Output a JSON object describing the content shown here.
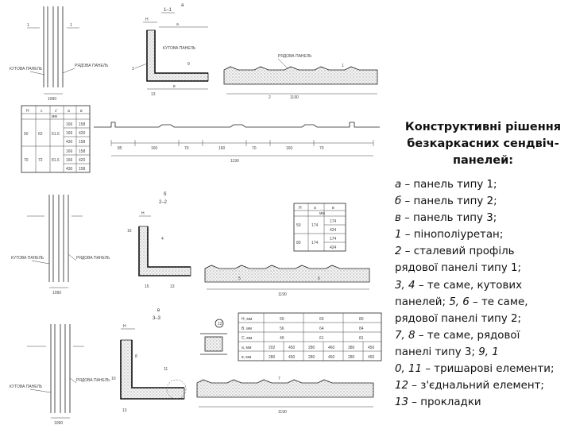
{
  "caption": {
    "title_lines": [
      "Конструктивні рішення",
      "безкаркасних сендвіч-",
      "панелей:"
    ],
    "legend_rows": [
      {
        "marker": "а",
        "text": " – панель типу 1;"
      },
      {
        "marker": "б",
        "text": " – панель типу 2;"
      },
      {
        "marker": "в",
        "text": " – панель типу 3;"
      },
      {
        "marker": "1",
        "text": " – пінополіуретан;"
      },
      {
        "marker": "2",
        "text": " – сталевий профіль"
      },
      {
        "marker": "",
        "text": "рядової панелі типу 1;"
      },
      {
        "marker": "3, 4",
        "text": " – те саме, кутових"
      },
      {
        "marker": "",
        "text": "панелей; "
      },
      {
        "marker": "",
        "text": "рядової панелі типу 2;"
      },
      {
        "marker": "7, 8",
        "text": " – те саме, рядової"
      },
      {
        "marker": "",
        "text": "панелі типу 3; "
      },
      {
        "marker": "0, 11",
        "text": " – тришарові елементи;"
      },
      {
        "marker": "12",
        "text": " – з'єднальний елемент;"
      },
      {
        "marker": "13",
        "text": " – прокладки"
      }
    ],
    "row8_marker": "5, 6",
    "row8_tail": " – те саме,",
    "row11_marker": "9, 1"
  },
  "drawing": {
    "section_a": {
      "mark": "а",
      "cut": "1–1"
    },
    "section_b": {
      "mark": "б",
      "cut": "2–2"
    },
    "section_c": {
      "mark": "в",
      "cut": "3–3"
    },
    "corner_label": "КУТОВА ПАНЕЛЬ",
    "row_label": "РЯДОВА ПАНЕЛЬ",
    "callouts": [
      "1",
      "2",
      "3",
      "4",
      "5",
      "6",
      "7",
      "8",
      "9",
      "10",
      "11",
      "12",
      "13",
      "13",
      "15",
      "16"
    ],
    "dims": {
      "width_a": "1190",
      "width_b": "1190",
      "width_c": "1190",
      "plan_a": "1090",
      "plan_b": "1090",
      "plan_c": "1090",
      "profile": [
        "85",
        "160",
        "70",
        "160",
        "70",
        "160",
        "70"
      ],
      "profile_total": "1190"
    },
    "table_a": {
      "header": [
        "Н",
        "с",
        "с'",
        "а",
        "в"
      ],
      "unit": "мм",
      "rows": [
        [
          "50",
          "62",
          "61.6",
          "166",
          "158"
        ],
        [
          "",
          "",
          "",
          "166",
          "420"
        ],
        [
          "",
          "",
          "",
          "430",
          "158"
        ],
        [
          "70",
          "72",
          "81.6",
          "166",
          "158"
        ],
        [
          "",
          "",
          "",
          "166",
          "420"
        ],
        [
          "",
          "",
          "",
          "430",
          "158"
        ]
      ]
    },
    "table_b": {
      "header": [
        "Н",
        "а",
        "в"
      ],
      "unit": "мм",
      "rows": [
        [
          "50",
          "174",
          "174"
        ],
        [
          "",
          "",
          "424"
        ],
        [
          "80",
          "174",
          "174"
        ],
        [
          "",
          "",
          "424"
        ]
      ]
    },
    "table_c": {
      "rows": [
        [
          "Н, мм",
          "50",
          "60",
          "80"
        ],
        [
          "В, мм",
          "56",
          "64",
          "84"
        ],
        [
          "С, мм",
          "49",
          "61",
          "81"
        ],
        [
          "а, мм",
          "202",
          "450",
          "280",
          "460",
          "380",
          "450"
        ],
        [
          "в, мм",
          "280",
          "450",
          "280",
          "450",
          "280",
          "450"
        ]
      ]
    }
  }
}
